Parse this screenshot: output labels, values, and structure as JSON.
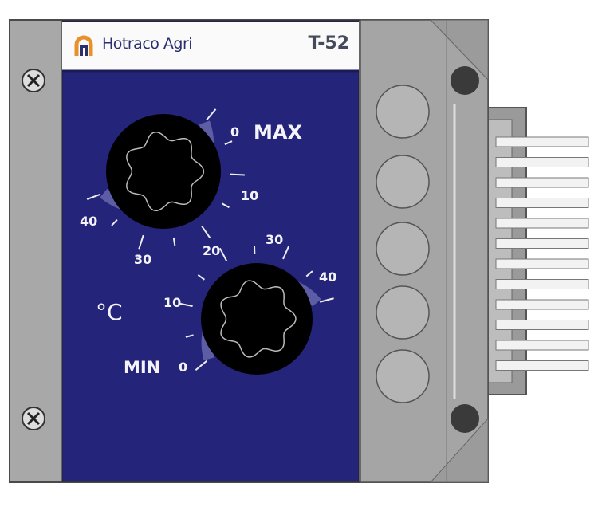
{
  "header": {
    "brand": "Hotraco Agri",
    "model": "T-52"
  },
  "max_dial": {
    "label": "MAX",
    "ticks": [
      "0",
      "10",
      "20",
      "30",
      "40"
    ]
  },
  "min_dial": {
    "label": "MIN",
    "ticks": [
      "0",
      "10",
      "20",
      "30",
      "40"
    ]
  },
  "unit": "°C",
  "colors": {
    "panel": "#23247a",
    "housing": "#a9a9a9",
    "logo_orange": "#e8902a",
    "logo_blue": "#2a2f6e"
  }
}
